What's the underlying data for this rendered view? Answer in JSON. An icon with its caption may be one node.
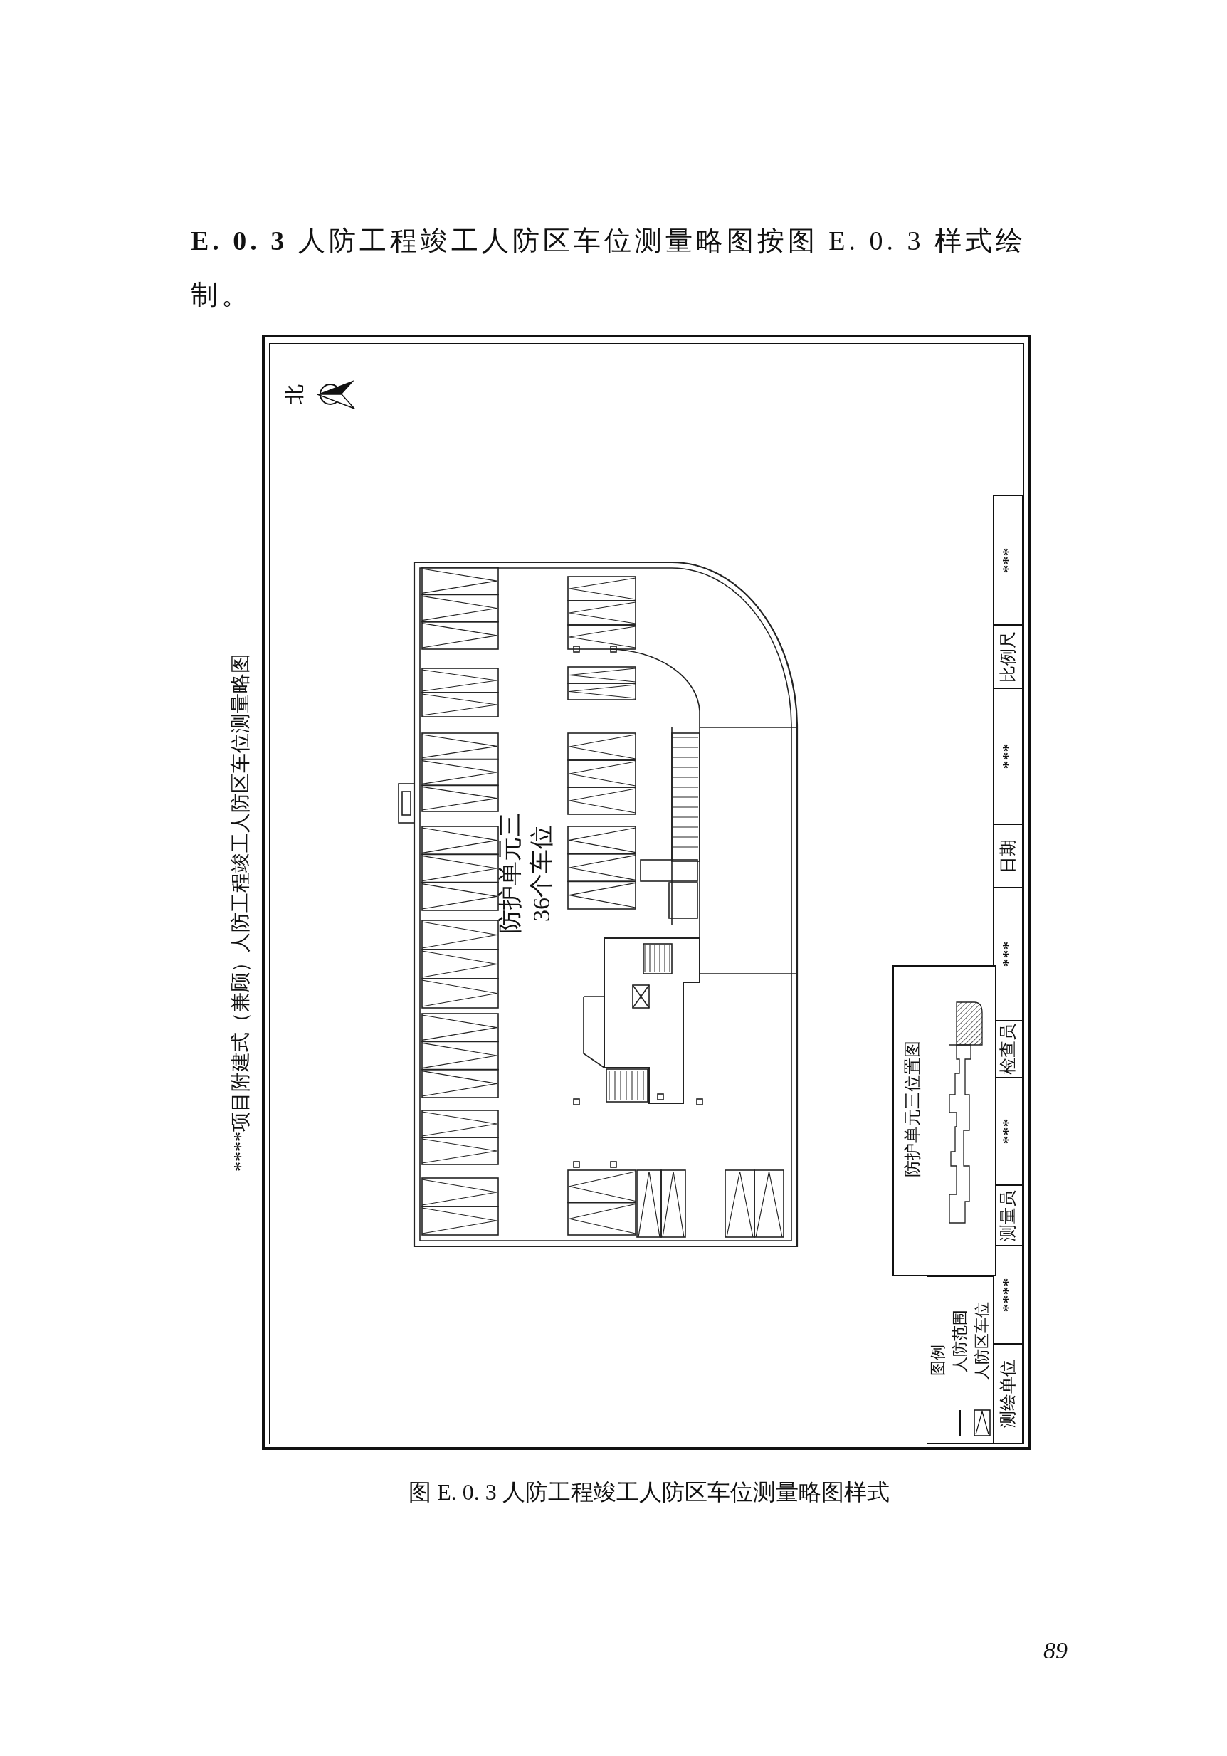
{
  "diagram": {
    "title": "**E. 0. 3** 人防工程竣工人防区车位测量略图按图 E. 0. 3 样式绘制。",
    "caption": "图 E. 0. 3 人防工程竣工人防区车位测量略图样式",
    "nodes": [
      {
        "text": [
          "防护单元三位置图"
        ]
      }
    ],
    "labels": [
      "****项目附建式（兼顾）人防工程竣工人防区车位测量略图",
      "北",
      "防护单元三36个车位",
      "***",
      "比例尺",
      "***",
      "日期",
      "***",
      "检查员",
      "***",
      "测量员",
      "****",
      "测绘单位",
      "图例",
      "89"
    ],
    "legend": [
      {
        "text": "人防范围"
      },
      {
        "text": "人防区车位"
      }
    ]
  }
}
